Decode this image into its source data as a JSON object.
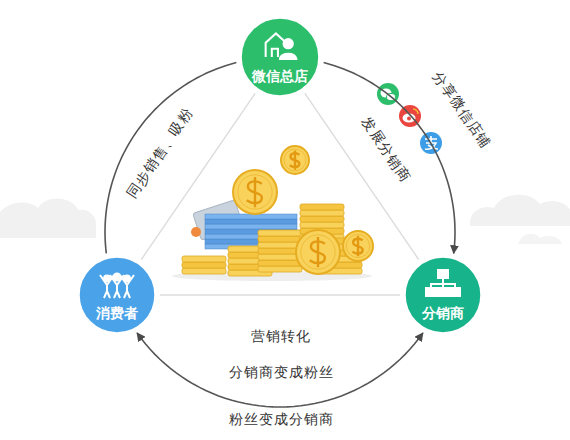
{
  "diagram": {
    "nodes": [
      {
        "text": [
          "微信总店"
        ]
      },
      {
        "text": [
          "消费者"
        ]
      },
      {
        "text": [
          "分销商"
        ]
      }
    ],
    "edges": [
      {
        "from": 0,
        "to": 2,
        "label": "分享微信店铺",
        "arrow": "to"
      },
      {
        "from": 0,
        "to": 2,
        "label": "发展分销商",
        "arrow": "none"
      },
      {
        "from": 1,
        "to": 0,
        "label": "同步销售、吸粉",
        "arrow": "none"
      },
      {
        "from": 0,
        "to": 1,
        "arrow": "none"
      },
      {
        "from": 1,
        "to": 2,
        "label": "营销转化",
        "arrow": "none"
      },
      {
        "from": 2,
        "to": 1,
        "label": "分销商变成粉丝",
        "arrow": "both"
      }
    ],
    "labels": [
      "粉丝变成分销商"
    ]
  }
}
